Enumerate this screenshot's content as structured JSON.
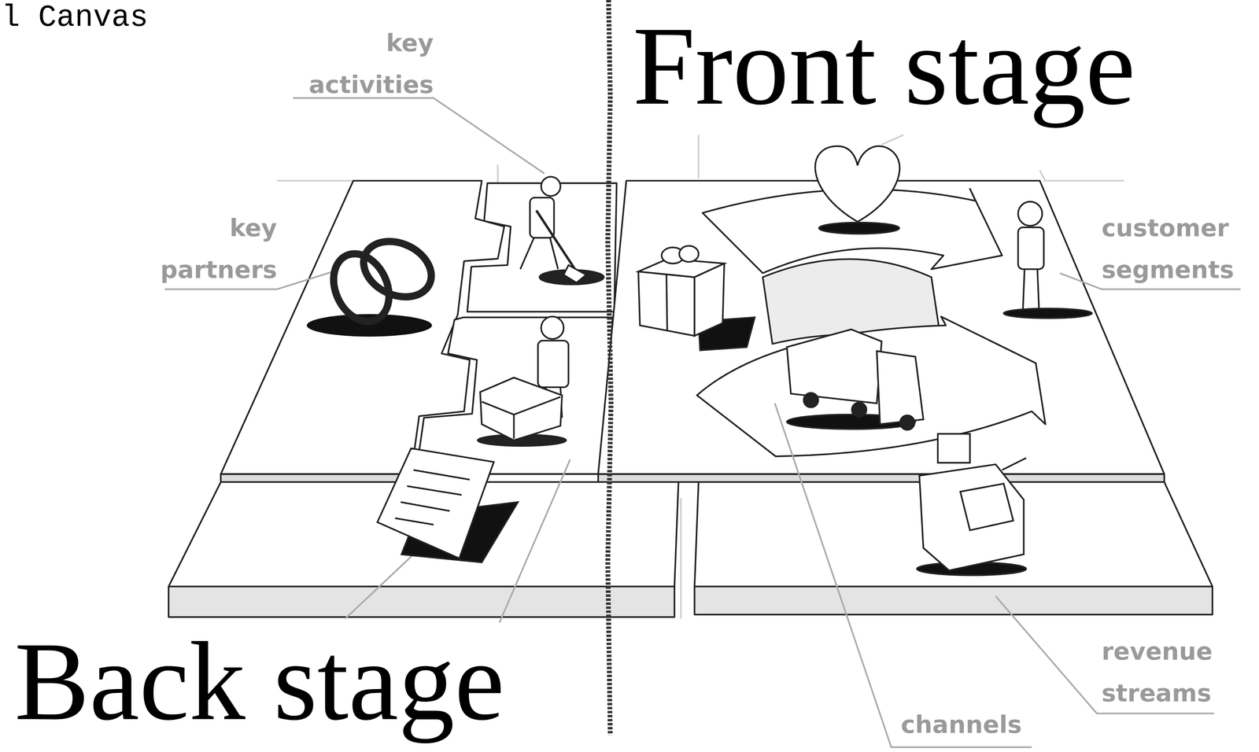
{
  "diagram": {
    "labels": [
      "l Canvas",
      "key activities",
      "key partners",
      "customer segments",
      "revenue streams",
      "channels",
      "Front stage",
      "Back stage"
    ]
  }
}
